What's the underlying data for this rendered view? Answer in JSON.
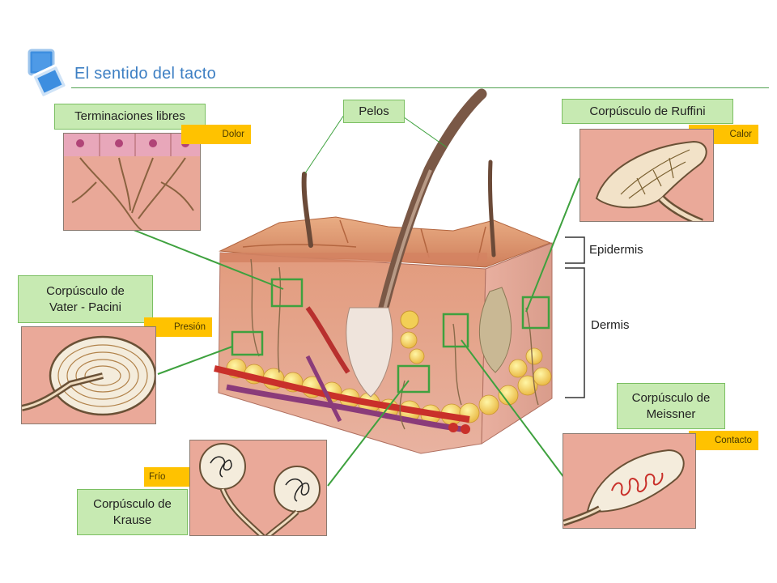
{
  "title": "El sentido del tacto",
  "icon": "stacked-squares-icon",
  "labels": {
    "libres": "Terminaciones libres",
    "pelos": "Pelos",
    "ruffini": "Corpúsculo de Ruffini",
    "pacini_1": "Corpúsculo de",
    "pacini_2": "Vater - Pacini",
    "krause_1": "Corpúsculo de",
    "krause_2": "Krause",
    "meissner_1": "Corpúsculo de",
    "meissner_2": "Meissner",
    "epidermis": "Epidermis",
    "dermis": "Dermis"
  },
  "tags": {
    "dolor": "Dolor",
    "calor": "Calor",
    "presion": "Presión",
    "frio": "Frío",
    "contacto": "Contacto"
  },
  "colors": {
    "title": "#3d7fc3",
    "label_bg": "#c7eab2",
    "tag_bg": "#ffc200",
    "connector": "#3ea13e",
    "skin": "#e7a795"
  }
}
